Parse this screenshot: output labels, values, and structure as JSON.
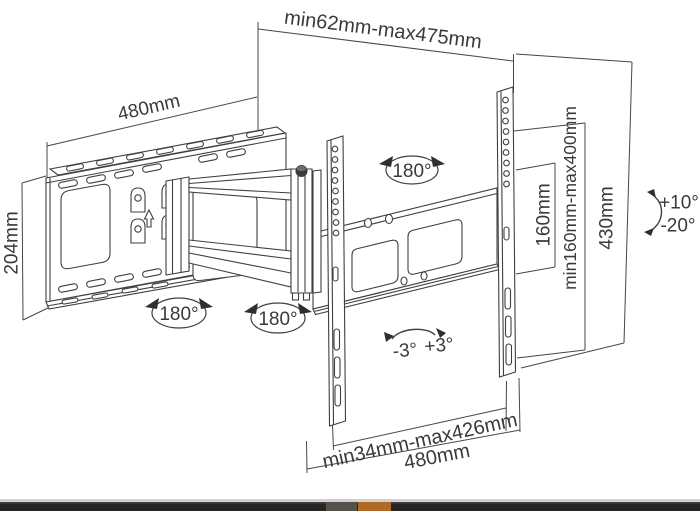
{
  "title": "Articulating TV wall mount dimensional diagram",
  "colors": {
    "background": "#ffffff",
    "line": "#3f3f3f",
    "text": "#3a3a3a",
    "footer_bar": "#282624",
    "footer_bar_highlight": "#454440",
    "footer_gray_segment": "#55524c",
    "footer_orange_segment": "#b06a26",
    "page_edge": "#d2d1cf"
  },
  "labels": {
    "extension_range": "min62mm-max475mm",
    "wall_plate_width": "480mm",
    "wall_plate_height": "204mm",
    "swivel_left": "180°",
    "swivel_middle": "180°",
    "swivel_right": "180°",
    "vesa_height": "160mm",
    "vesa_height_range": "min160mm-max400mm",
    "bracket_height": "430mm",
    "tilt_up": "+10°",
    "tilt_down": "-20°",
    "level_minus": "-3°",
    "level_plus": "+3°",
    "bracket_width_range": "min34mm-max426mm",
    "bracket_width": "480mm"
  }
}
